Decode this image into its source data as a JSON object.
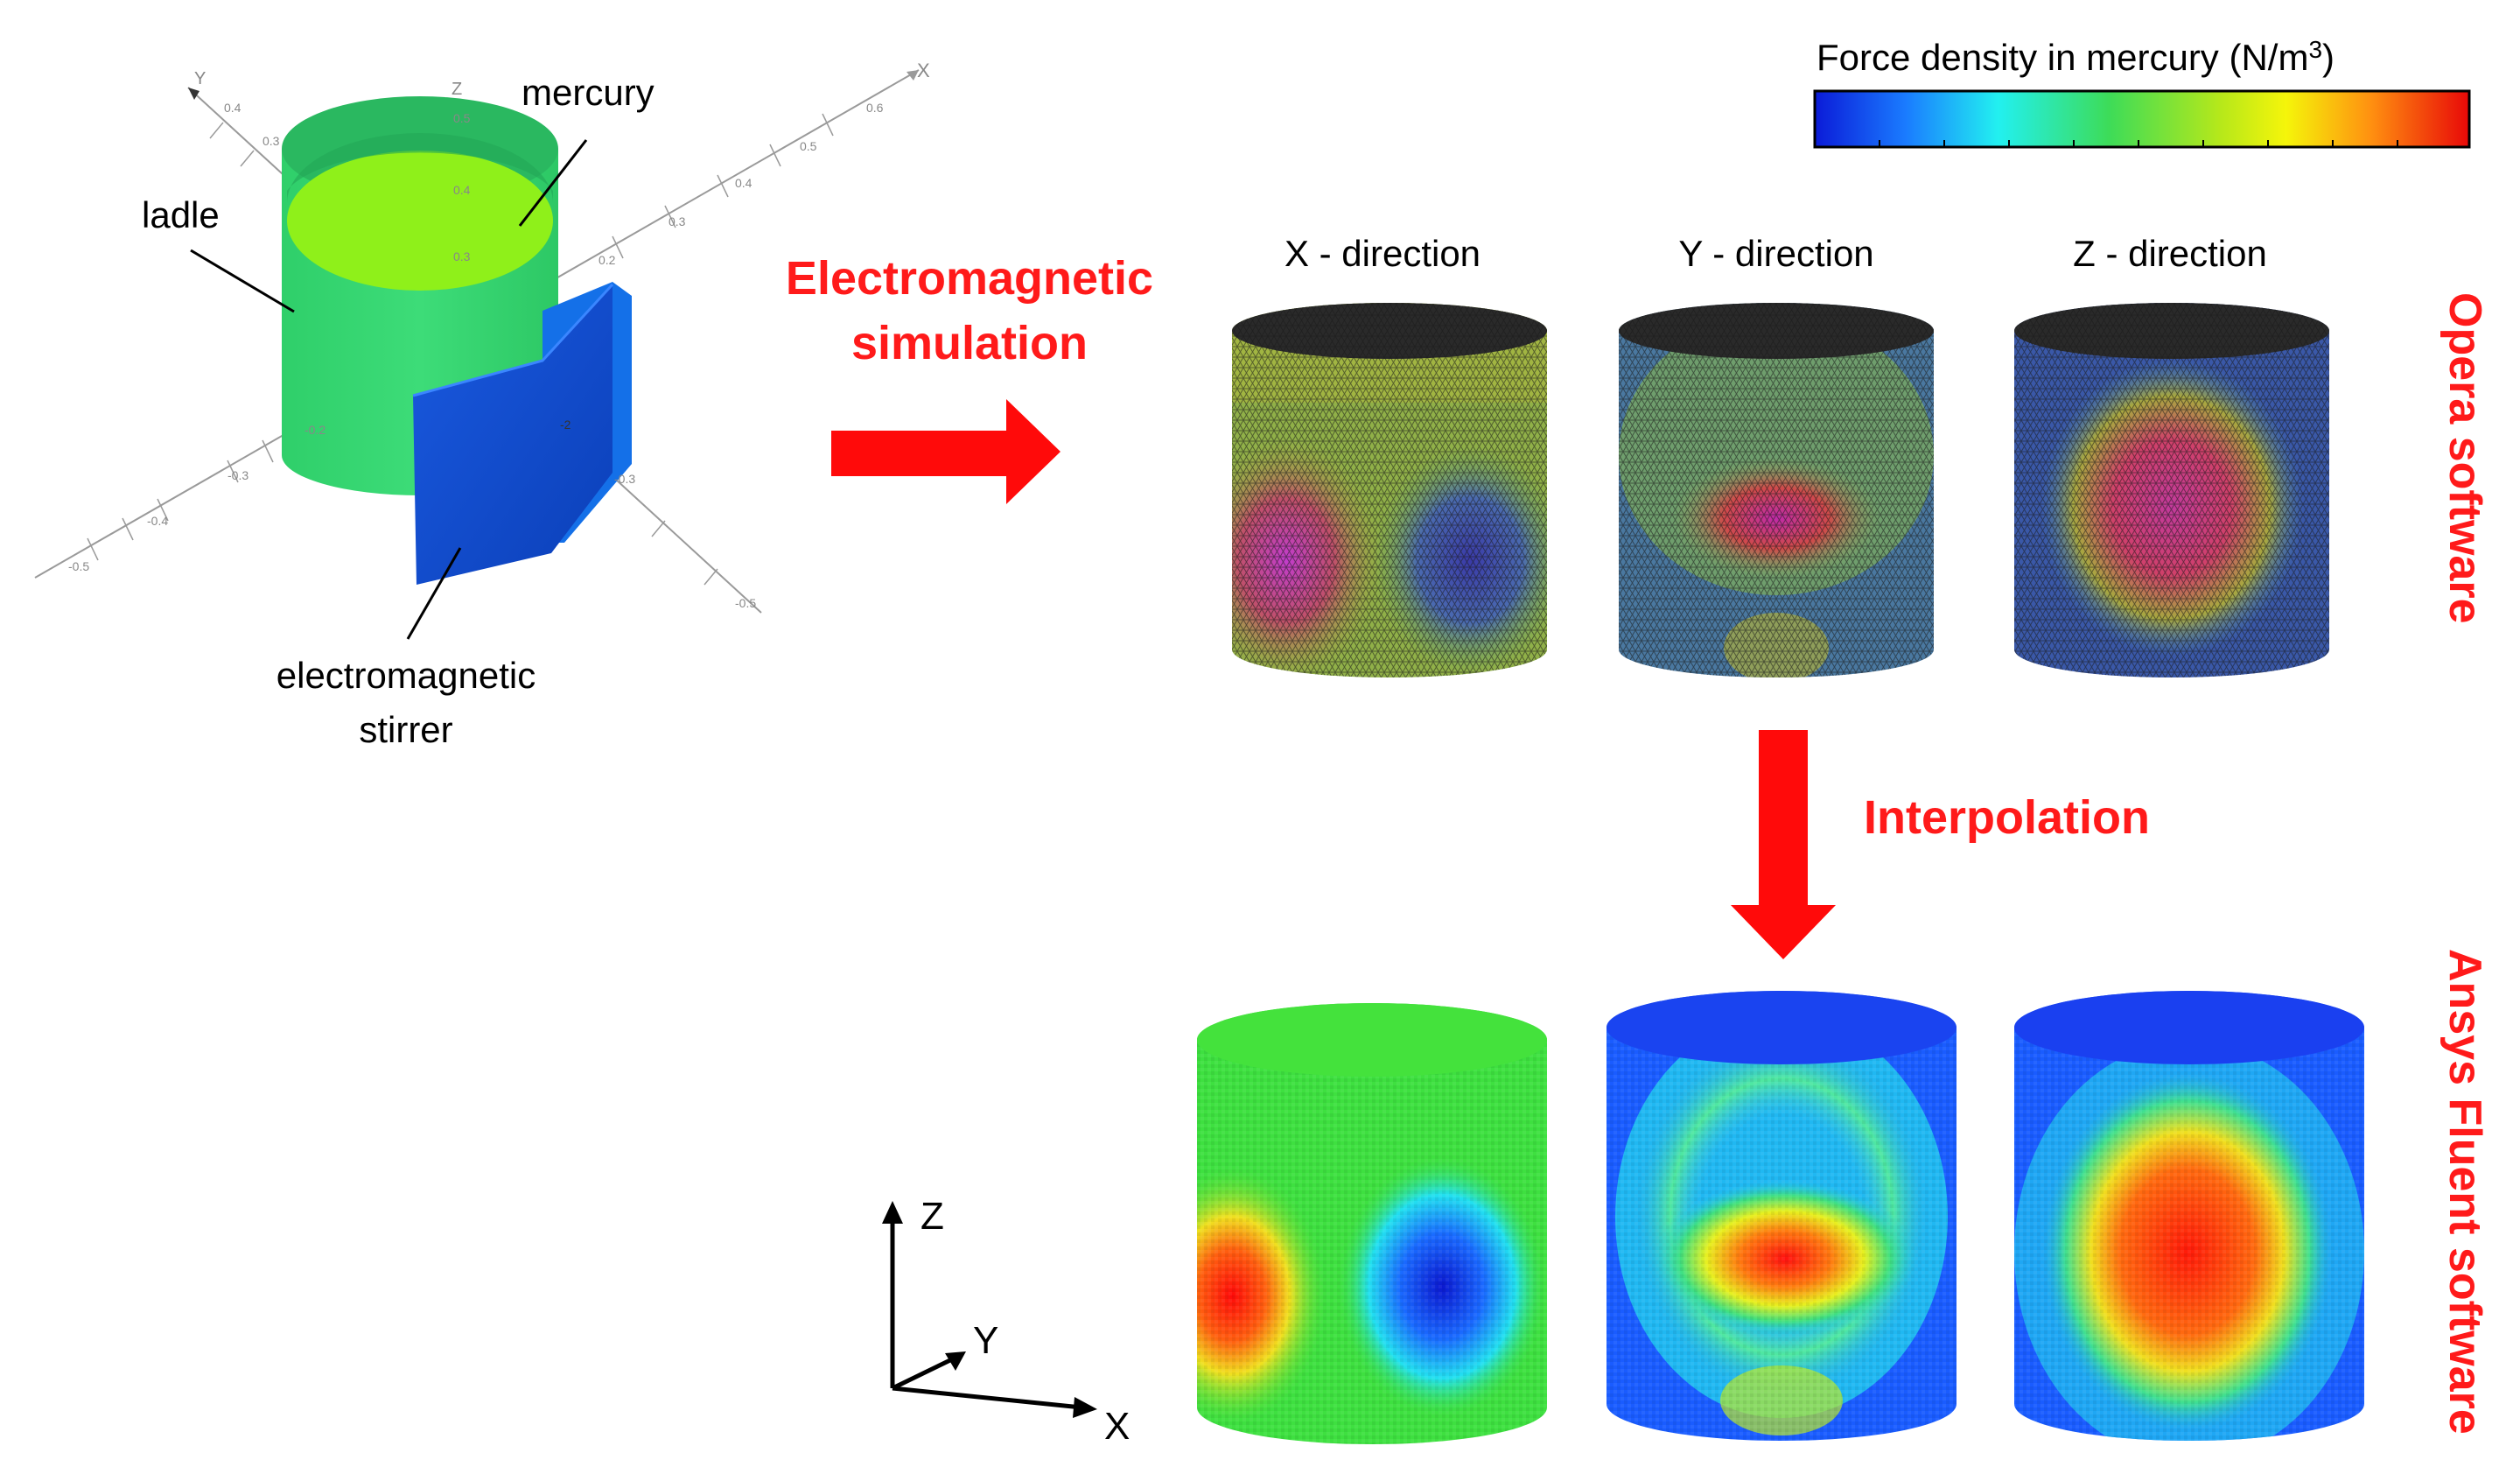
{
  "labels": {
    "mercury": "mercury",
    "ladle": "ladle",
    "stirrer_line1": "electromagnetic",
    "stirrer_line2": "stirrer",
    "em_line1": "Electromagnetic",
    "em_line2": "simulation",
    "interpolation": "Interpolation",
    "opera": "Opera software",
    "ansys": "Ansys Fluent software"
  },
  "colorbar": {
    "title": "Force density in mercury (N/m",
    "superscript": "3",
    "close": ")",
    "colors": [
      "#0b1bd8",
      "#1aa6ff",
      "#22f0e0",
      "#3ddc58",
      "#9fe01c",
      "#f5f50a",
      "#ff9e10",
      "#f01010"
    ]
  },
  "directions": {
    "x": "X - direction",
    "y": "Y - direction",
    "z": "Z - direction"
  },
  "axes3d": {
    "x": "X",
    "y": "Y",
    "z": "Z"
  },
  "small_axis_labels": {
    "top_y": "Y",
    "top_z": "Z",
    "top_x": "X",
    "z_ticks": [
      "0.5",
      "0.4",
      "0.3"
    ],
    "x_ticks": [
      "0.6",
      "0.5",
      "0.4",
      "0.3",
      "0.2"
    ],
    "y_ticks": [
      "0.4",
      "0.3"
    ],
    "neg_ticks": [
      "-0.2",
      "-0.3",
      "-0.4",
      "-0.5"
    ],
    "right_neg": [
      "-0.3",
      "-0.5"
    ],
    "mid_label": "-2"
  }
}
